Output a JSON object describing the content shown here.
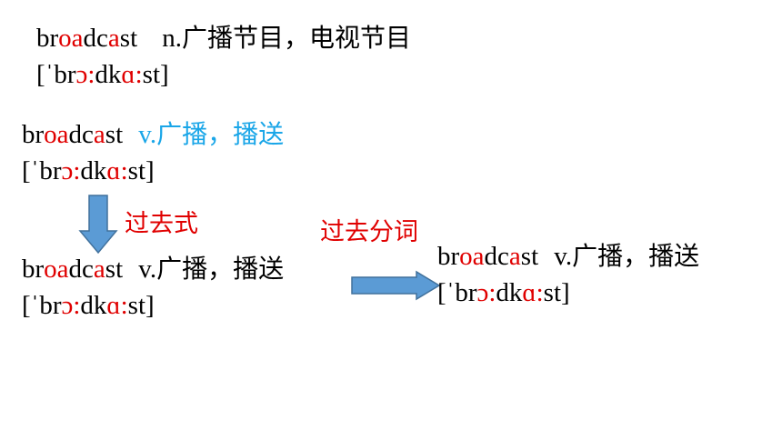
{
  "blocks": {
    "noun": {
      "w1": "br",
      "w2": "oa",
      "w3": "dc",
      "w4": "a",
      "w5": "st",
      "pos": "n.",
      "meaning": "广播节目，电视节目",
      "p1": "[ˈbr",
      "p2": "ɔ:",
      "p3": "dk",
      "p4": "ɑ:",
      "p5": "st]"
    },
    "verb": {
      "w1": "br",
      "w2": "oa",
      "w3": "dc",
      "w4": "a",
      "w5": "st",
      "pos": "v.",
      "meaning": "广播，播送",
      "p1": "[ˈbr",
      "p2": "ɔ:",
      "p3": "dk",
      "p4": "ɑ:",
      "p5": "st]"
    },
    "past": {
      "w1": "br",
      "w2": "oa",
      "w3": "dc",
      "w4": "a",
      "w5": "st",
      "pos": "v.",
      "meaning": "广播，播送",
      "p1": "[ˈbr",
      "p2": "ɔ:",
      "p3": "dk",
      "p4": "ɑ:",
      "p5": "st]"
    },
    "participle": {
      "w1": "br",
      "w2": "oa",
      "w3": "dc",
      "w4": "a",
      "w5": "st",
      "pos": "v.",
      "meaning": "广播，播送",
      "p1": "[ˈbr",
      "p2": "ɔ:",
      "p3": "dk",
      "p4": "ɑ:",
      "p5": "st]"
    }
  },
  "labels": {
    "past_tense": "过去式",
    "past_participle": "过去分词"
  },
  "colors": {
    "highlight": "#e00000",
    "meaning_blue": "#1aa6e8",
    "arrow_fill": "#5b9bd5",
    "arrow_stroke": "#41719c"
  },
  "icons": {
    "down_arrow": "arrow-down-icon",
    "right_arrow": "arrow-right-icon"
  }
}
